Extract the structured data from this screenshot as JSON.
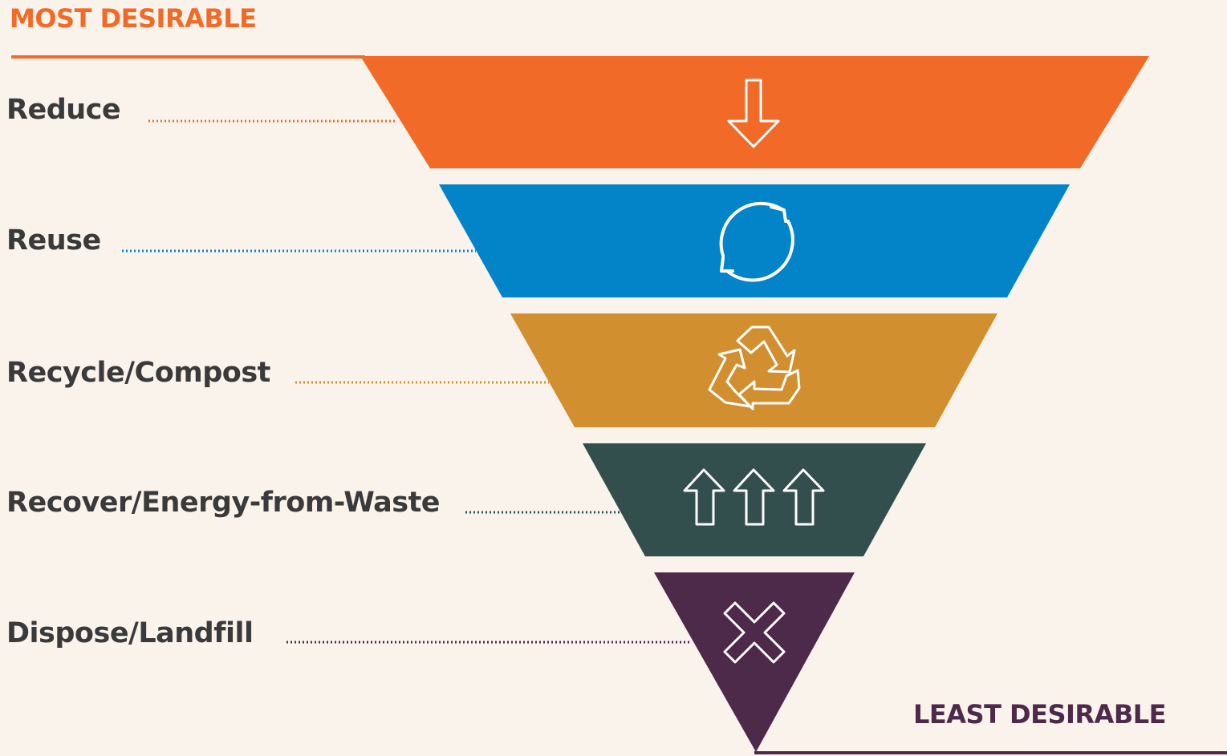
{
  "header": {
    "most_desirable": "MOST DESIRABLE",
    "least_desirable": "LEAST DESIRABLE"
  },
  "colors": {
    "most": "#f26a27",
    "least": "#4e2a4a",
    "text": "#3a3a3a",
    "background": "#faf3ec"
  },
  "tiers": [
    {
      "label": "Reduce",
      "color": "#f26a27",
      "icon": "down-arrow-icon"
    },
    {
      "label": "Reuse",
      "color": "#0384c8",
      "icon": "refresh-icon"
    },
    {
      "label": "Recycle/Compost",
      "color": "#d28f30",
      "icon": "recycle-icon"
    },
    {
      "label": "Recover/Energy-from-Waste",
      "color": "#334f4d",
      "icon": "up-arrows-icon"
    },
    {
      "label": "Dispose/Landfill",
      "color": "#4e2a4a",
      "icon": "x-icon"
    }
  ]
}
